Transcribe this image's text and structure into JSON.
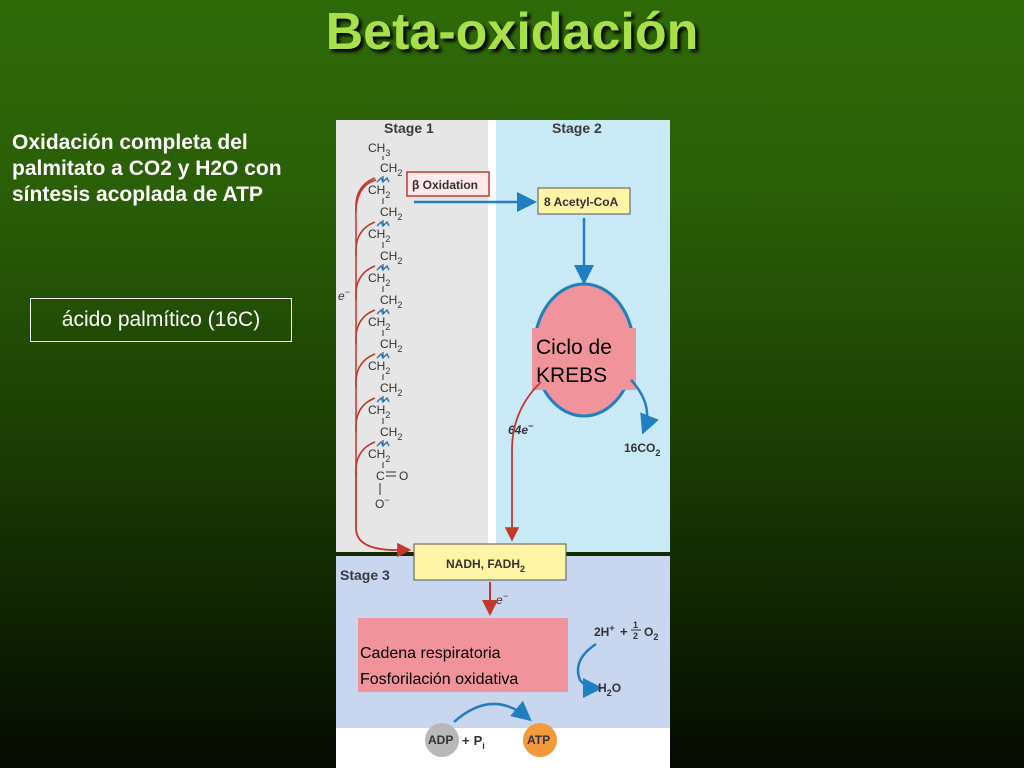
{
  "title": "Beta-oxidación",
  "description": "Oxidación completa del palmitato a CO2 y H2O con síntesis acoplada de ATP",
  "acid_label": "ácido palmítico (16C)",
  "colors": {
    "title": "#a8e04a",
    "stage1_bg": "#e6e6e6",
    "stage2_bg": "#c9e9f6",
    "stage3_bg": "#c9d6f0",
    "yellow_box": "#fff3a6",
    "krebs_fill": "#f0939a",
    "arrow_red": "#c0392b",
    "arrow_blue": "#1f7fc1",
    "atp_orange": "#f39a3c"
  },
  "diagram": {
    "stage1": "Stage 1",
    "stage2": "Stage 2",
    "stage3": "Stage 3",
    "chain": {
      "ch3": "CH",
      "ch3_sub": "3",
      "ch2": "CH",
      "ch2_sub": "2",
      "carbonyl": "C",
      "double_o": "O",
      "o_minus": "O",
      "o_sup": "−"
    },
    "electron": "e",
    "electron_sup": "−",
    "beta_oxidation": "β Oxidation",
    "acetyl_coa": "8 Acetyl-CoA",
    "krebs_line1": "Ciclo de",
    "krebs_line2": "KREBS",
    "electrons_64": "64e",
    "co2_prefix": "16CO",
    "co2_sub": "2",
    "nadh": "NADH, FADH",
    "nadh_sub": "2",
    "resp_line1": "Cadena respiratoria",
    "resp_line2": "Fosforilación oxidativa",
    "h_plus": "2H",
    "h_plus_sup": "+",
    "plus": "+",
    "half_num": "1",
    "half_den": "2",
    "o2": "O",
    "o2_sub": "2",
    "h2o": "H",
    "h2o_sub": "2",
    "h2o_o": "O",
    "adp": "ADP",
    "pi": "P",
    "pi_sub": "i",
    "atp": "ATP"
  }
}
